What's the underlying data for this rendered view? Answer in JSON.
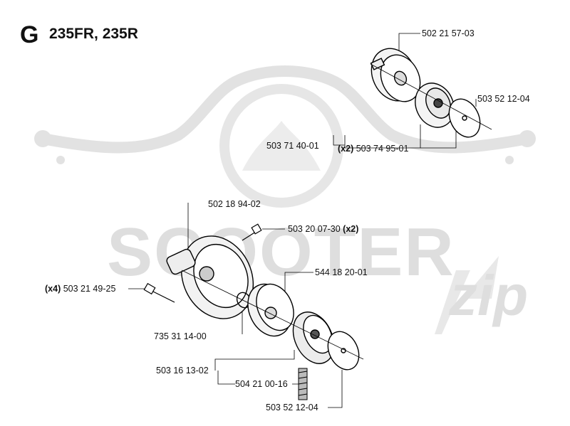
{
  "header": {
    "section_letter": "G",
    "models": "235FR, 235R"
  },
  "watermark": {
    "brand": "SCOOTER",
    "brand_suffix": "zip"
  },
  "parts": [
    {
      "id": "p1",
      "number": "502 21 57-03",
      "qty": ""
    },
    {
      "id": "p2",
      "number": "503 52 12-04",
      "qty": ""
    },
    {
      "id": "p3",
      "number": "503 71 40-01",
      "qty": ""
    },
    {
      "id": "p4",
      "number": "503 74 95-01",
      "qty": "(x2)"
    },
    {
      "id": "p5",
      "number": "502 18 94-02",
      "qty": ""
    },
    {
      "id": "p6",
      "number": "503 20 07-30",
      "qty": "(x2)"
    },
    {
      "id": "p7",
      "number": "544 18 20-01",
      "qty": ""
    },
    {
      "id": "p8",
      "number": "503 21 49-25",
      "qty": "(x4)"
    },
    {
      "id": "p9",
      "number": "735 31 14-00",
      "qty": ""
    },
    {
      "id": "p10",
      "number": "503 16 13-02",
      "qty": ""
    },
    {
      "id": "p11",
      "number": "504 21 00-16",
      "qty": ""
    },
    {
      "id": "p12",
      "number": "503 52 12-04",
      "qty": ""
    }
  ]
}
